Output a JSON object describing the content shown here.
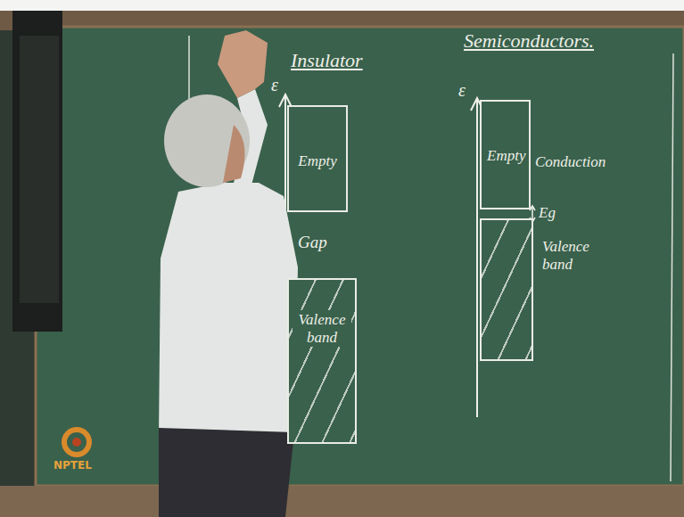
{
  "diagram": {
    "nodes": [
      {
        "text": [
          "Empty"
        ]
      },
      {
        "text": [
          "Valence band"
        ]
      },
      {
        "text": [
          "Empty",
          "Conduction"
        ]
      },
      {
        "text": [
          "Valence band"
        ]
      }
    ],
    "labels": [
      "Insulator",
      "ε",
      "Gap",
      "Semiconductors.",
      "ε",
      "Eg",
      "NPTEL"
    ]
  }
}
